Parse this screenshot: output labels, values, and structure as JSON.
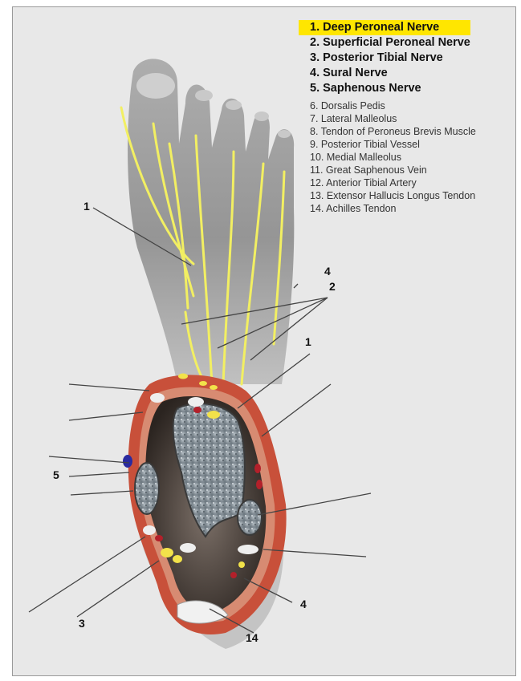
{
  "legend": {
    "primary": [
      "1. Deep Peroneal Nerve",
      "2. Superficial Peroneal Nerve",
      "3. Posterior Tibial Nerve",
      "4. Sural Nerve",
      "5. Saphenous Nerve"
    ],
    "secondary": [
      "6. Dorsalis Pedis",
      "7. Lateral Malleolus",
      "8. Tendon of Peroneus Brevis Muscle",
      "9. Posterior Tibial Vessel",
      "10. Medial Malleolus",
      "11. Great Saphenous Vein",
      "12. Anterior Tibial Artery",
      "13. Extensor Hallucis Longus Tendon",
      "14. Achilles Tendon"
    ],
    "highlight_color": "#ffe600"
  },
  "callouts": {
    "n1_top": "1",
    "n4_top": "4",
    "n2": "2",
    "n1_mid": "1",
    "n5": "5",
    "n3": "3",
    "n4_bottom": "4",
    "n14": "14"
  },
  "colors": {
    "nerve": "#f2ef62",
    "skin_ring": "#c8503a",
    "bone": "#8f9aa2"
  }
}
